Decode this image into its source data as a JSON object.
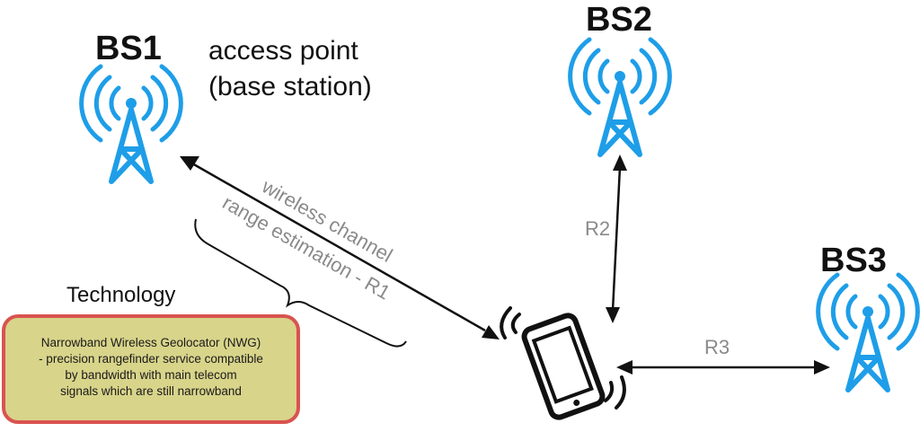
{
  "stations": {
    "bs1": "BS1",
    "bs2": "BS2",
    "bs3": "BS3"
  },
  "access_point": {
    "line1": "access point",
    "line2": "(base station)"
  },
  "channel": {
    "line1": "wireless channel",
    "line2": "range estimation - R1"
  },
  "ranges": {
    "r2": "R2",
    "r3": "R3"
  },
  "technology": {
    "title": "Technology",
    "lines": [
      "Narrowband Wireless Geolocator (NWG)",
      "- precision rangefinder service compatible",
      "by bandwidth  with main telecom",
      "signals which are still narrowband"
    ]
  },
  "colors": {
    "tower": "#1e9ee8",
    "box_fill": "#d8d48a",
    "box_border": "#d9534f"
  }
}
